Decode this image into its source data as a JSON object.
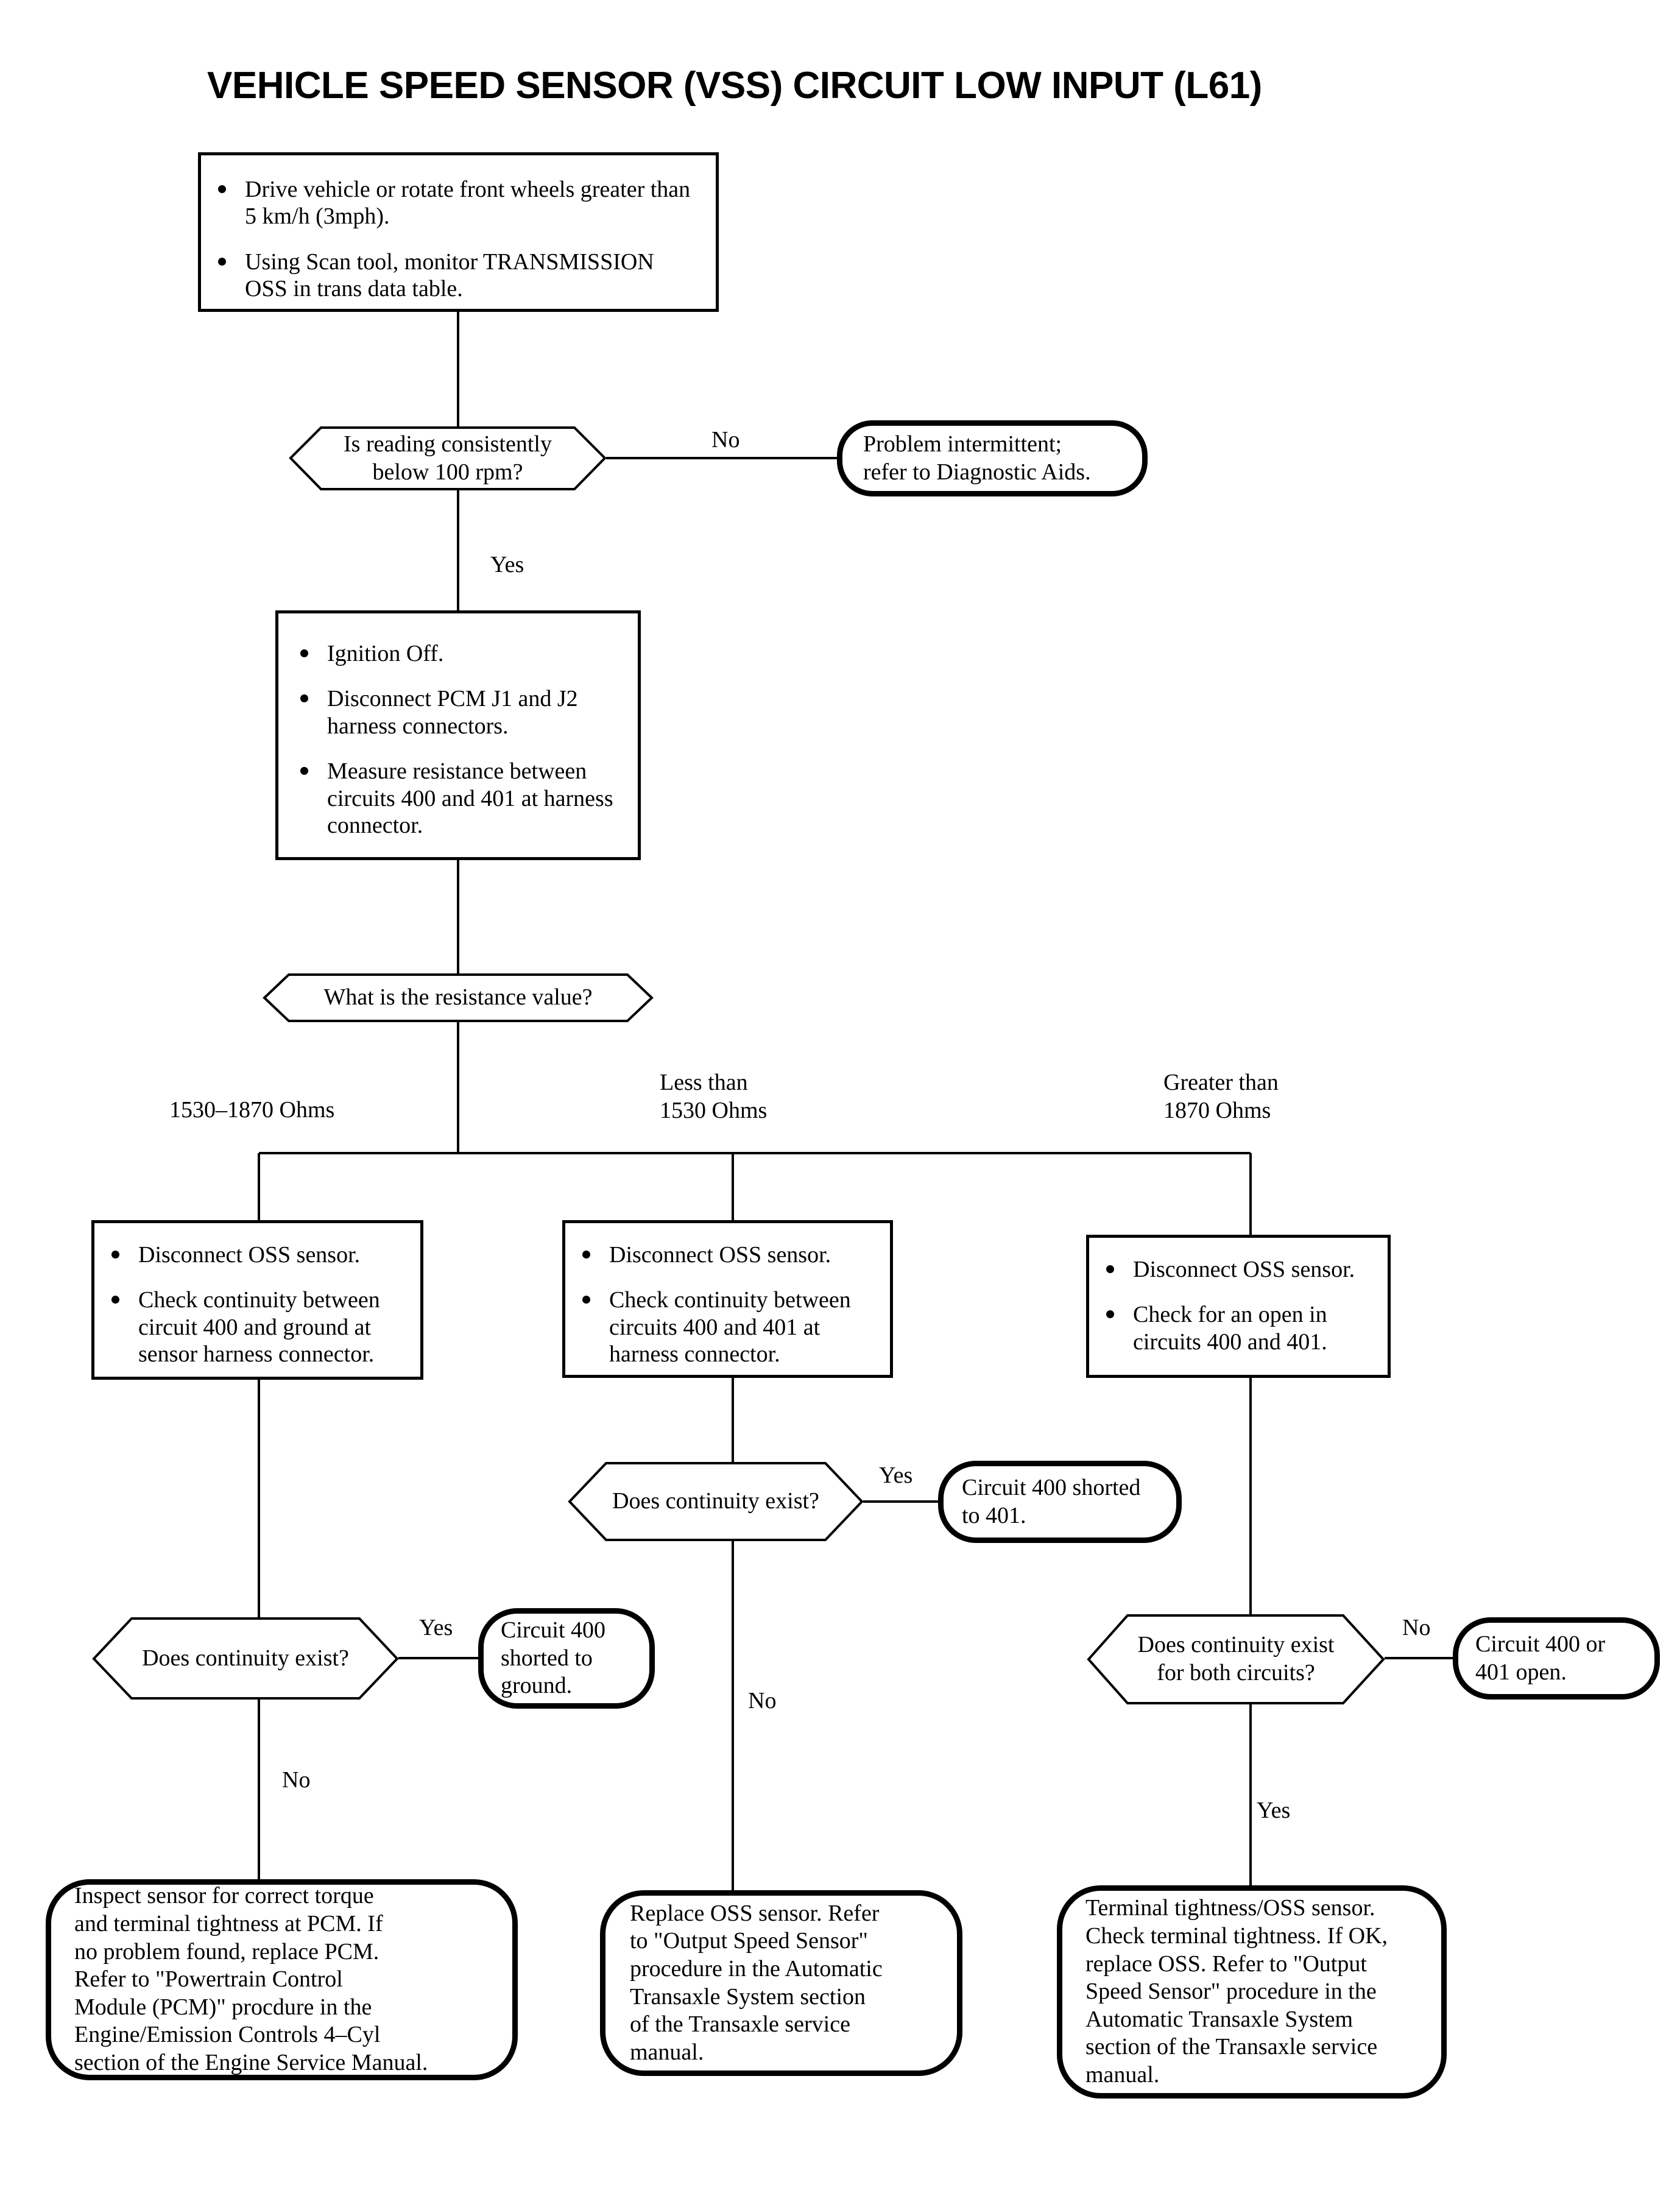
{
  "title": "VEHICLE SPEED SENSOR (VSS) CIRCUIT LOW INPUT (L61)",
  "nodes": {
    "start_step": {
      "type": "process",
      "bullets": [
        "Drive vehicle or rotate front wheels greater than 5 km/h (3mph).",
        "Using Scan tool, monitor TRANSMISSION OSS in trans data table."
      ]
    },
    "decision_reading": {
      "type": "decision",
      "lines": [
        "Is reading consistently",
        "below 100 rpm?"
      ]
    },
    "term_intermittent": {
      "type": "terminator",
      "lines": [
        "Problem intermittent;",
        "refer to Diagnostic Aids."
      ]
    },
    "step_measure": {
      "type": "process",
      "bullets": [
        "Ignition Off.",
        "Disconnect PCM J1 and J2 harness connectors.",
        "Measure resistance between circuits 400 and 401 at harness connector."
      ]
    },
    "decision_resistance": {
      "type": "decision",
      "lines": [
        "What is the resistance value?"
      ]
    },
    "step_left": {
      "type": "process",
      "bullets": [
        "Disconnect OSS sensor.",
        "Check continuity between circuit 400 and ground at sensor harness connector."
      ]
    },
    "step_center": {
      "type": "process",
      "bullets": [
        "Disconnect OSS sensor.",
        "Check continuity between circuits 400 and 401 at harness connector."
      ]
    },
    "step_right": {
      "type": "process",
      "bullets": [
        "Disconnect OSS sensor.",
        "Check for an open in circuits 400 and 401."
      ]
    },
    "decision_center_continuity": {
      "type": "decision",
      "lines": [
        "Does continuity exist?"
      ]
    },
    "term_shorted_401": {
      "type": "terminator",
      "lines": [
        "Circuit 400 shorted",
        "to 401."
      ]
    },
    "decision_left_continuity": {
      "type": "decision",
      "lines": [
        "Does continuity exist?"
      ]
    },
    "term_shorted_ground": {
      "type": "terminator",
      "lines": [
        "Circuit 400",
        "shorted to",
        "ground."
      ]
    },
    "decision_right_continuity": {
      "type": "decision",
      "lines": [
        "Does continuity exist",
        "for both circuits?"
      ]
    },
    "term_open": {
      "type": "terminator",
      "lines": [
        "Circuit 400 or",
        "401 open."
      ]
    },
    "term_bottom_left": {
      "type": "terminator",
      "lines": [
        "Inspect sensor for correct torque",
        "and terminal tightness at PCM. If",
        "no problem found, replace PCM.",
        "Refer to \"Powertrain Control",
        "Module (PCM)\" procdure in the",
        "Engine/Emission Controls 4–Cyl",
        "section of the Engine Service Manual."
      ]
    },
    "term_bottom_center": {
      "type": "terminator",
      "lines": [
        "Replace OSS sensor. Refer",
        "to \"Output Speed Sensor\"",
        "procedure in the Automatic",
        "Transaxle System section",
        "of the Transaxle service",
        "manual."
      ]
    },
    "term_bottom_right": {
      "type": "terminator",
      "lines": [
        "Terminal tightness/OSS sensor.",
        "Check terminal tightness. If OK,",
        "replace OSS. Refer to \"Output",
        "Speed Sensor\" procedure in the",
        "Automatic Transaxle System",
        "section of the Transaxle service",
        "manual."
      ]
    }
  },
  "edge_labels": {
    "reading_no": "No",
    "reading_yes": "Yes",
    "ohms_left": "1530–1870 Ohms",
    "ohms_center": "Less than\n1530 Ohms",
    "ohms_right": "Greater than\n1870 Ohms",
    "center_yes": "Yes",
    "center_no": "No",
    "left_yes": "Yes",
    "left_no": "No",
    "right_no": "No",
    "right_yes": "Yes"
  },
  "colors": {
    "ink": "#000000",
    "paper": "#ffffff"
  }
}
